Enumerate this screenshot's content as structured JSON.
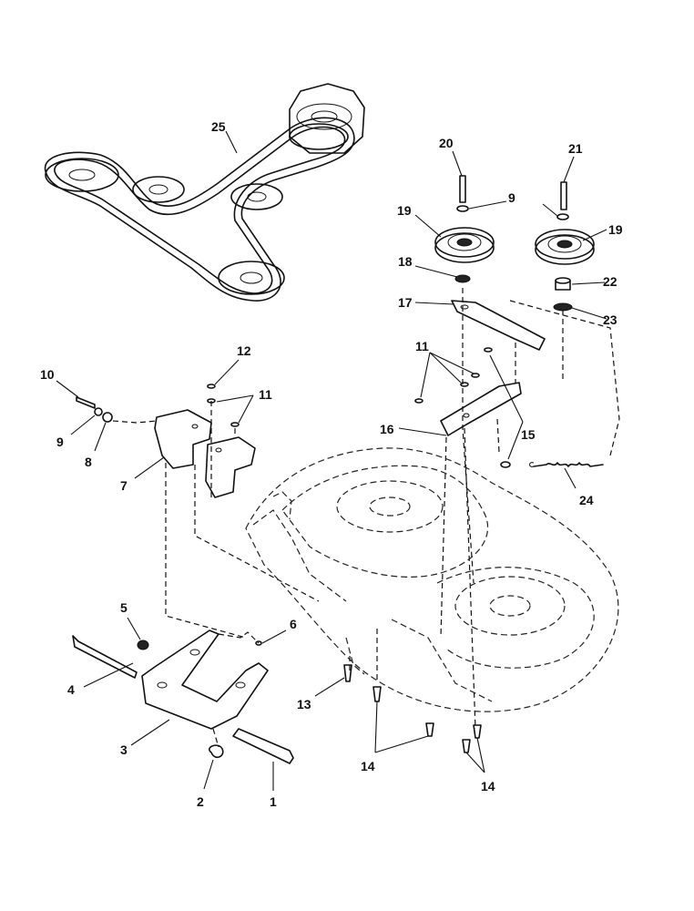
{
  "callouts": [
    {
      "id": "c25",
      "text": "25"
    },
    {
      "id": "c20",
      "text": "20"
    },
    {
      "id": "c21",
      "text": "21"
    },
    {
      "id": "c9a",
      "text": "9"
    },
    {
      "id": "c19a",
      "text": "19"
    },
    {
      "id": "c19b",
      "text": "19"
    },
    {
      "id": "c18",
      "text": "18"
    },
    {
      "id": "c22",
      "text": "22"
    },
    {
      "id": "c17",
      "text": "17"
    },
    {
      "id": "c23",
      "text": "23"
    },
    {
      "id": "c12",
      "text": "12"
    },
    {
      "id": "c10",
      "text": "10"
    },
    {
      "id": "c11a",
      "text": "11"
    },
    {
      "id": "c11b",
      "text": "11"
    },
    {
      "id": "c9b",
      "text": "9"
    },
    {
      "id": "c8",
      "text": "8"
    },
    {
      "id": "c7",
      "text": "7"
    },
    {
      "id": "c16",
      "text": "16"
    },
    {
      "id": "c15",
      "text": "15"
    },
    {
      "id": "c24",
      "text": "24"
    },
    {
      "id": "c5",
      "text": "5"
    },
    {
      "id": "c6",
      "text": "6"
    },
    {
      "id": "c4",
      "text": "4"
    },
    {
      "id": "c3",
      "text": "3"
    },
    {
      "id": "c2",
      "text": "2"
    },
    {
      "id": "c1",
      "text": "1"
    },
    {
      "id": "c13",
      "text": "13"
    },
    {
      "id": "c14a",
      "text": "14"
    },
    {
      "id": "c14b",
      "text": "14"
    }
  ]
}
